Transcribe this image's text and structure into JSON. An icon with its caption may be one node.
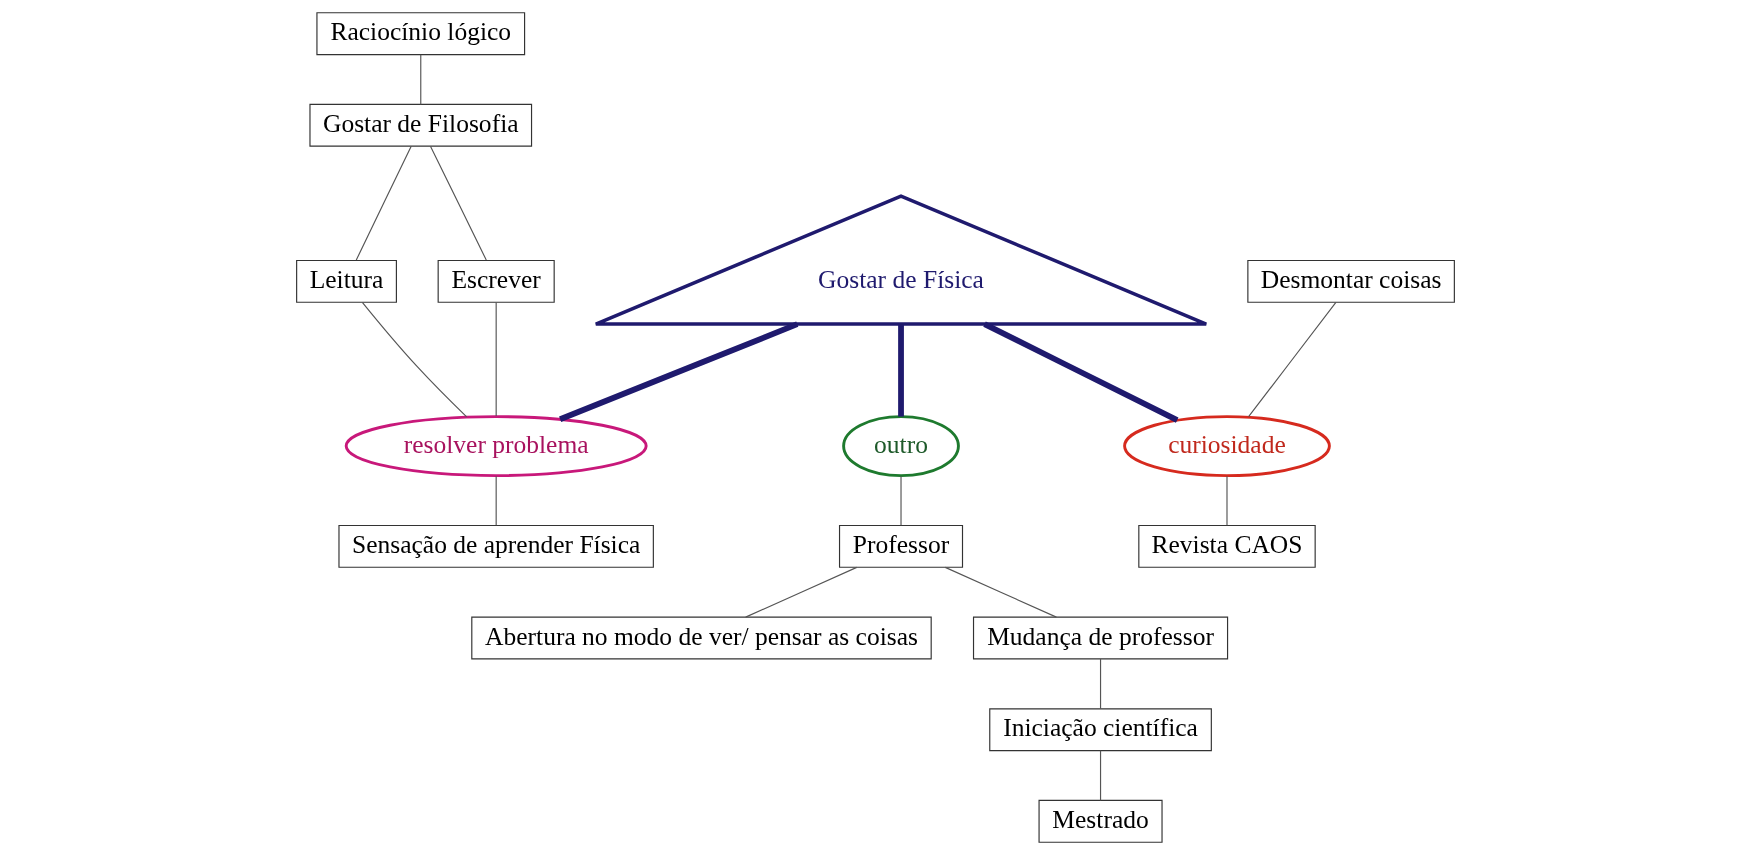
{
  "diagram": {
    "nodes": [
      {
        "text": [
          "Raciocínio lógico"
        ]
      },
      {
        "text": [
          "Gostar de Filosofia"
        ]
      },
      {
        "text": [
          "Desmontar coisas"
        ]
      },
      {
        "text": [
          "Revista CAOS"
        ]
      },
      {
        "text": [
          "curiosidade"
        ]
      },
      {
        "text": [
          "Leitura"
        ]
      },
      {
        "text": [
          "Escrever"
        ]
      },
      {
        "text": [
          "Gostar de Física"
        ]
      },
      {
        "text": [
          "resolver problema"
        ]
      },
      {
        "text": [
          "outro"
        ]
      },
      {
        "text": [
          "Professor"
        ]
      },
      {
        "text": [
          "Abertura no modo de ver/ pensar as coisas"
        ]
      },
      {
        "text": [
          "Sensação de aprender Física"
        ]
      },
      {
        "text": [
          "Mudança de professor"
        ]
      },
      {
        "text": [
          "Iniciação científica"
        ]
      },
      {
        "text": [
          "Mestrado"
        ]
      }
    ],
    "edges": [
      {
        "from": 0,
        "to": 1,
        "arrow": "none"
      },
      {
        "from": 1,
        "to": 5,
        "arrow": "none"
      },
      {
        "from": 1,
        "to": 6,
        "arrow": "none"
      },
      {
        "from": 2,
        "to": 4,
        "arrow": "none"
      },
      {
        "from": 4,
        "to": 3,
        "arrow": "none"
      },
      {
        "from": 5,
        "to": 8,
        "arrow": "none"
      },
      {
        "from": 6,
        "to": 8,
        "arrow": "none"
      },
      {
        "from": 7,
        "to": 4,
        "arrow": "none",
        "style": "thick",
        "color": "#1f1a6e"
      },
      {
        "from": 7,
        "to": 8,
        "arrow": "none",
        "style": "thick",
        "color": "#1f1a6e"
      },
      {
        "from": 7,
        "to": 9,
        "arrow": "none",
        "style": "thick",
        "color": "#1f1a6e"
      },
      {
        "from": 9,
        "to": 10,
        "arrow": "none"
      },
      {
        "from": 10,
        "to": 11,
        "arrow": "none"
      },
      {
        "from": 8,
        "to": 12,
        "arrow": "none"
      },
      {
        "from": 10,
        "to": 13,
        "arrow": "none"
      },
      {
        "from": 13,
        "to": 14,
        "arrow": "none"
      },
      {
        "from": 14,
        "to": 15,
        "arrow": "none"
      }
    ]
  }
}
